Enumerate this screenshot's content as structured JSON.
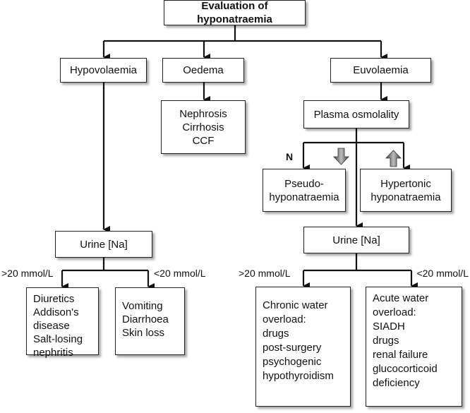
{
  "title": "Evaluation of hyponatraemia",
  "level1": [
    "Hypovolaemia",
    "Oedema",
    "Euvolaemia"
  ],
  "oedema_causes": [
    "Nephrosis",
    "Cirrhosis",
    "CCF"
  ],
  "plasma_osmolality": "Plasma osmolality",
  "osmolality_branches": {
    "normal_label": "N",
    "low_icon": "grey-down-arrow-icon",
    "high_icon": "grey-up-arrow-icon",
    "pseudo": [
      "Pseudo-",
      "hyponatraemia"
    ],
    "hypertonic": [
      "Hypertonic",
      "hyponatraemia"
    ]
  },
  "urine_na": "Urine [Na]",
  "thresholds": {
    "high": ">20 mmol/L",
    "low": "<20 mmol/L"
  },
  "hypovolaemia_high": [
    "Diuretics",
    "Addison's",
    "disease",
    "Salt-losing",
    "nephritis"
  ],
  "hypovolaemia_low": [
    "Vomiting",
    "Diarrhoea",
    "Skin loss"
  ],
  "euvolaemia_high": [
    "Chronic water",
    "overload:",
    "drugs",
    "post-surgery",
    "psychogenic",
    "hypothyroidism"
  ],
  "euvolaemia_low": [
    "Acute water",
    "overload:",
    "SIADH",
    "drugs",
    "renal failure",
    "glucocorticoid",
    "deficiency"
  ]
}
